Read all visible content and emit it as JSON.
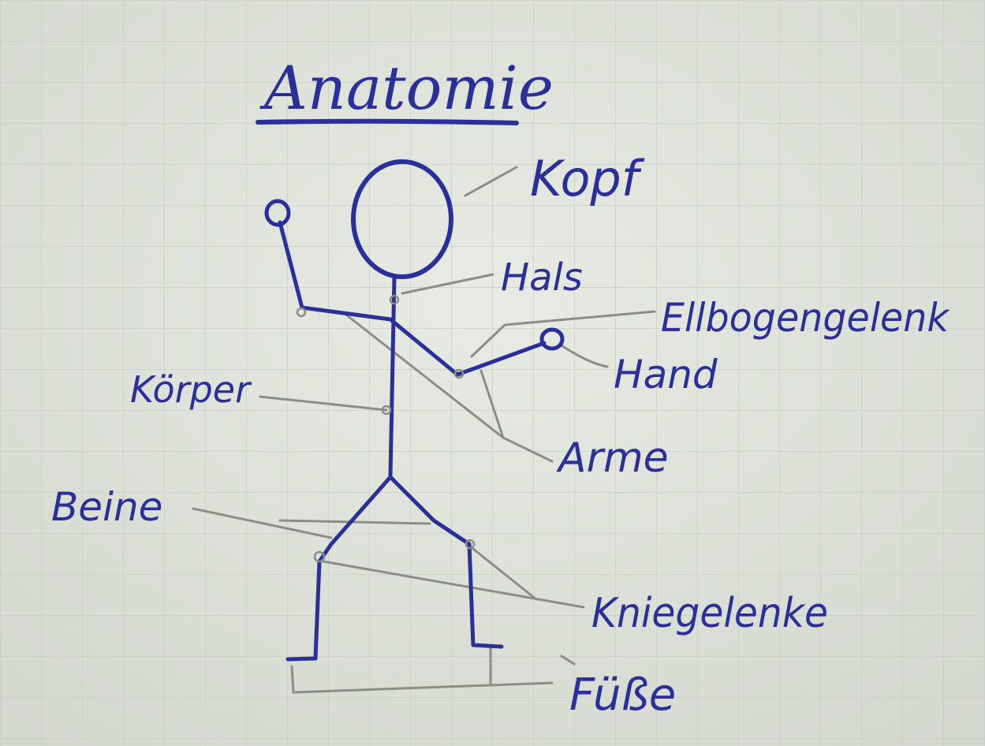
{
  "title": "Anatomie",
  "labels": {
    "head": "Kopf",
    "neck": "Hals",
    "elbow": "Ellbogengelenk",
    "hand": "Hand",
    "body": "Körper",
    "arms": "Arme",
    "legs": "Beine",
    "knees": "Kniegelenke",
    "feet": "Füße"
  },
  "colors": {
    "ink": "#2a2f9a",
    "pencil": "#8b8e88",
    "paper": "#dfe3dc",
    "grid": "#c9cec6"
  }
}
